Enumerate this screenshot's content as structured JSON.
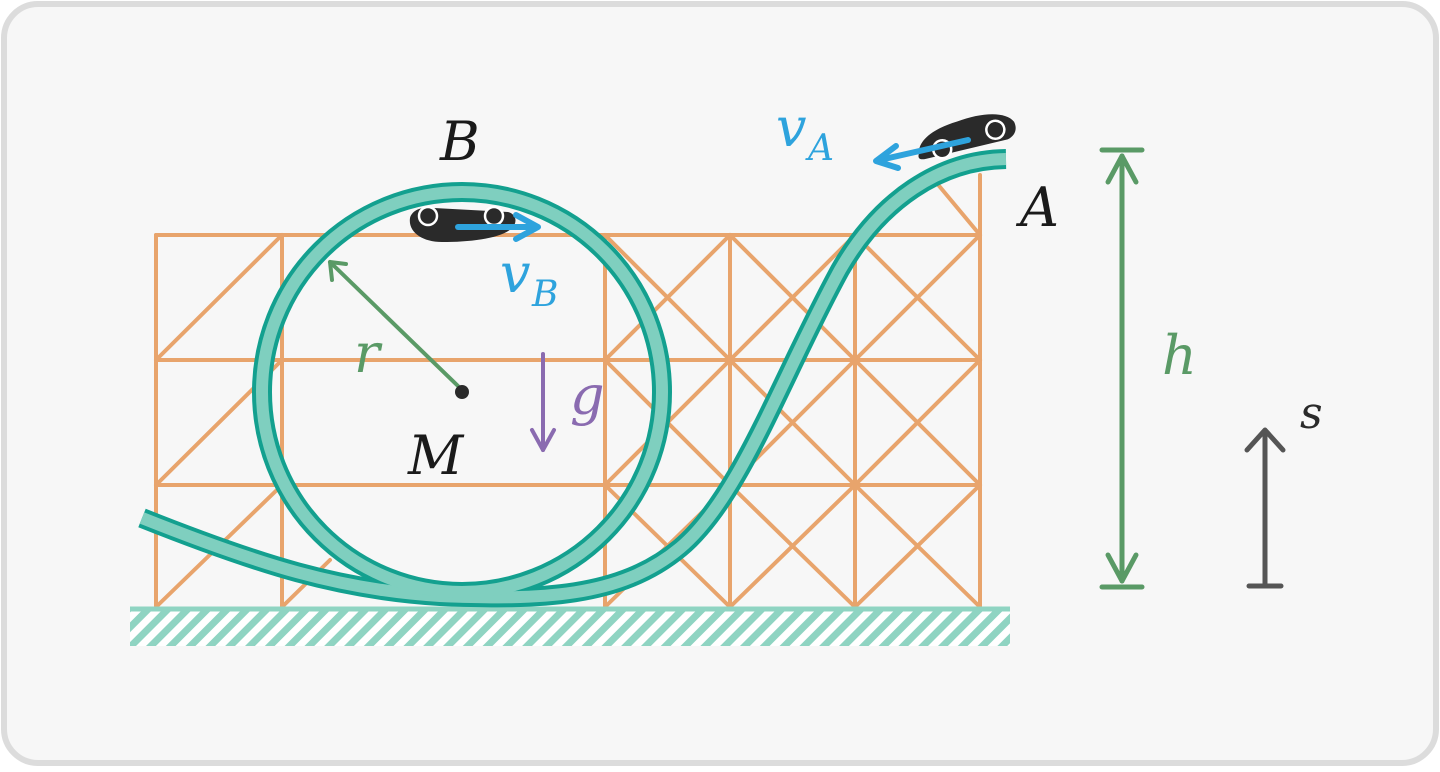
{
  "labels": {
    "point_a": "A",
    "point_b": "B",
    "velocity_a": "v",
    "velocity_a_sub": "A",
    "velocity_b": "v",
    "velocity_b_sub": "B",
    "radius": "r",
    "center": "M",
    "gravity": "g",
    "height": "h",
    "position": "s"
  },
  "colors": {
    "panel_bg": "#f7f7f7",
    "panel_border": "#dcdcdc",
    "scaffold": "#e8a46c",
    "track_fill": "#7fcfbf",
    "track_edge": "#13a08f",
    "ground": "#8fd4c2",
    "velocity": "#2ea3dd",
    "radius": "#5a9a66",
    "gravity": "#8a6bb0",
    "height": "#5a9a66",
    "position": "#555555",
    "car": "#2a2a2a",
    "text": "#1a1a1a"
  }
}
